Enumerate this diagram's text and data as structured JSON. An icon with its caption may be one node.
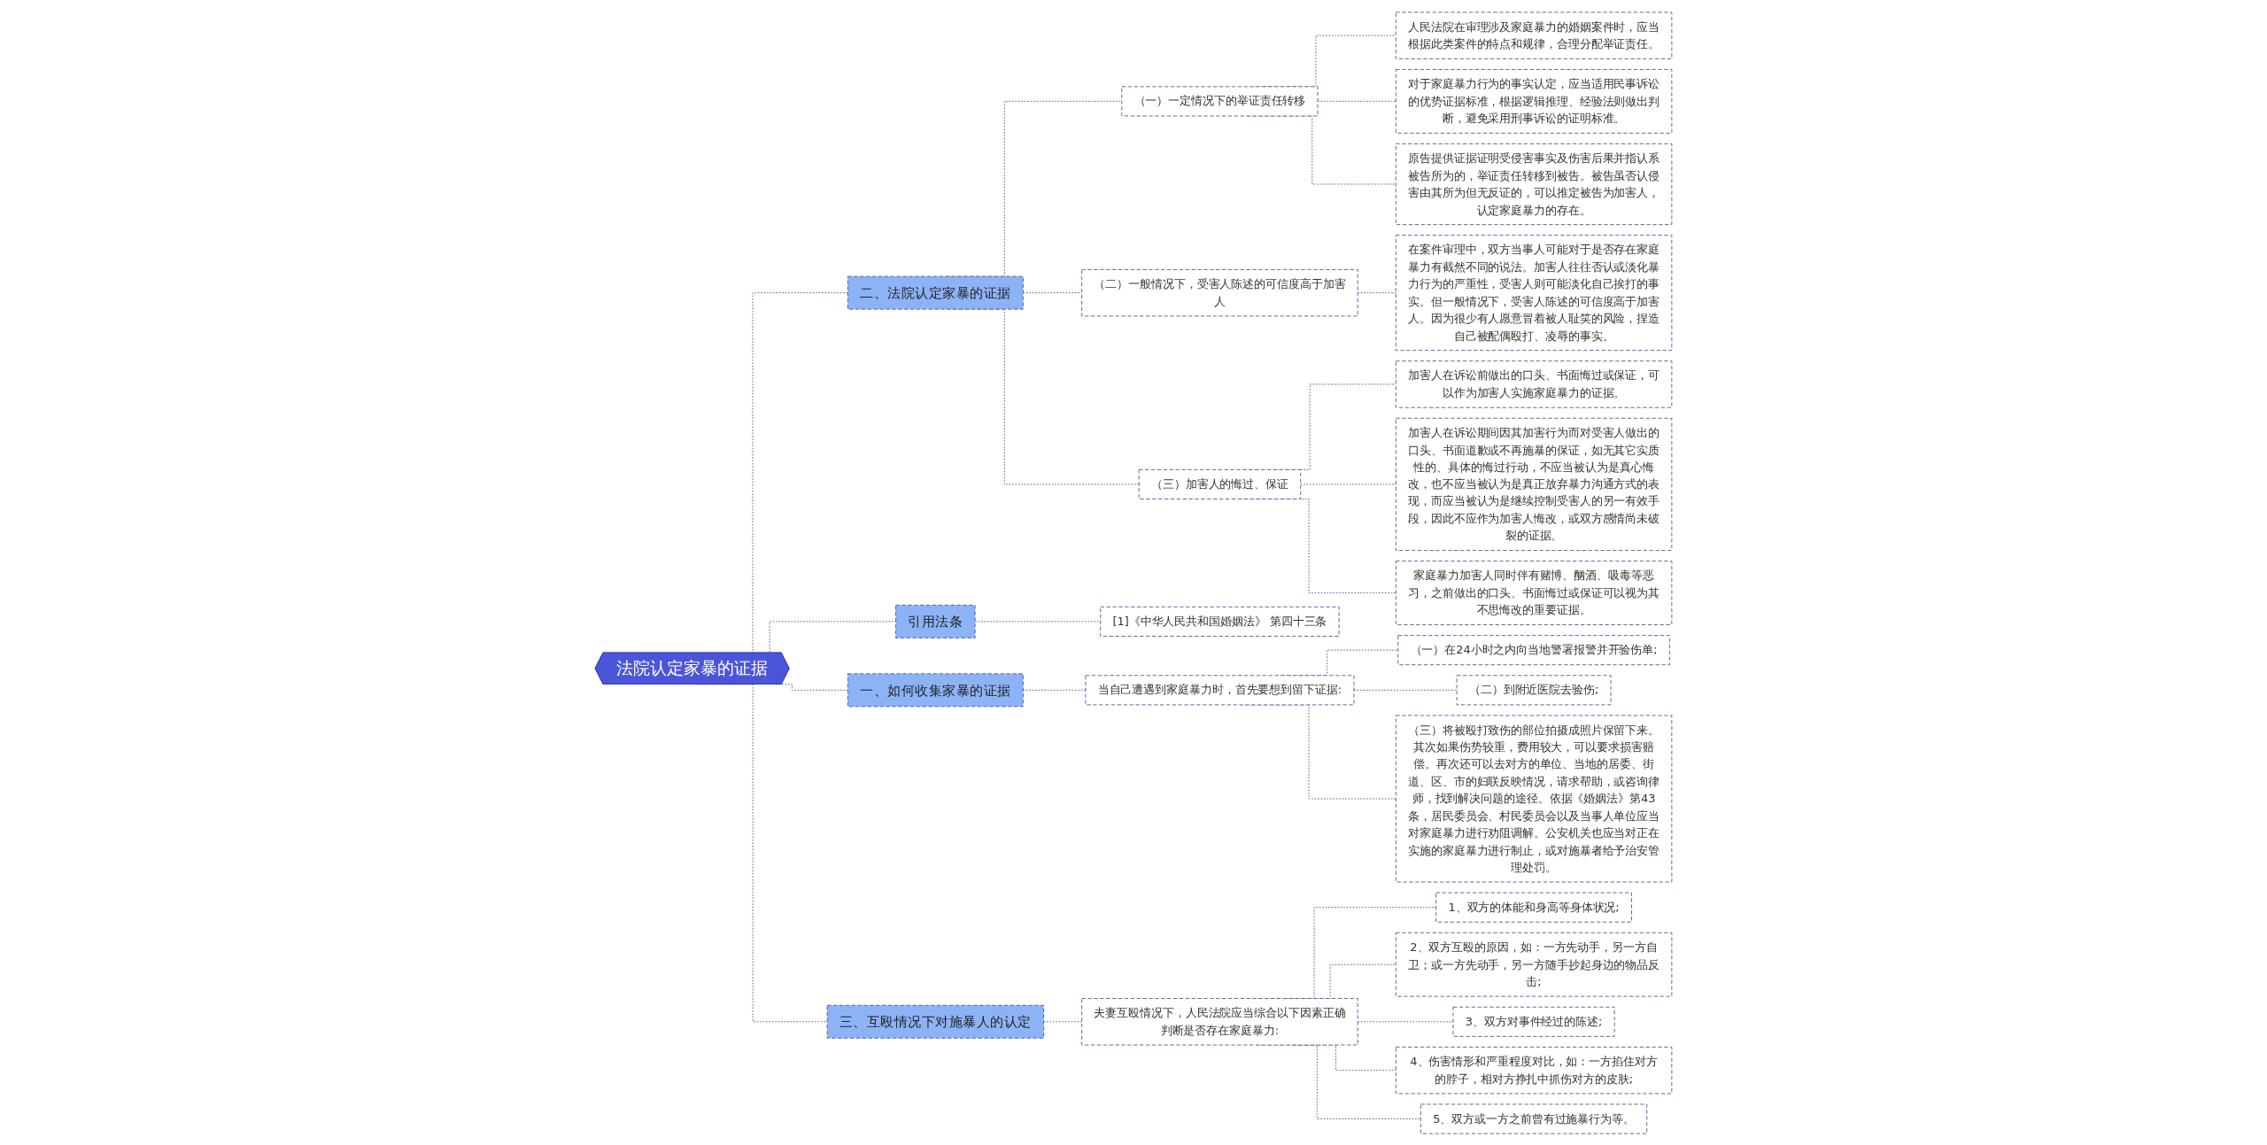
{
  "diagram": {
    "nodes": [
      {
        "text": [
          "法院认定家暴的证据"
        ]
      },
      {
        "text": [
          "二、法院认定家暴的证据"
        ]
      },
      {
        "text": [
          "（一）一定情况下的举证责任转移"
        ]
      },
      {
        "text": [
          "人民法院在审理涉及家庭暴力的婚姻案件时，应当根据此类案件的特点和规律，合理分配举证责任。"
        ]
      },
      {
        "text": [
          "对于家庭暴力行为的事实认定，应当适用民事诉讼的优势证据标准，根据逻辑推理、经验法则做出判断，避免采用刑事诉讼的证明标准。"
        ]
      },
      {
        "text": [
          "原告提供证据证明受侵害事实及伤害后果并指认系被告所为的，举证责任转移到被告。被告虽否认侵害由其所为但无反证的，可以推定被告为加害人，认定家庭暴力的存在。"
        ]
      },
      {
        "text": [
          "（二）一般情况下，受害人陈述的可信度高于加害人"
        ]
      },
      {
        "text": [
          "在案件审理中，双方当事人可能对于是否存在家庭暴力有截然不同的说法。加害人往往否认或淡化暴力行为的严重性，受害人则可能淡化自己挨打的事实。但一般情况下，受害人陈述的可信度高于加害人。因为很少有人愿意冒着被人耻笑的风险，捏造自己被配偶殴打、凌辱的事实。"
        ]
      },
      {
        "text": [
          "（三）加害人的悔过、保证"
        ]
      },
      {
        "text": [
          "加害人在诉讼前做出的口头、书面悔过或保证，可以作为加害人实施家庭暴力的证据。"
        ]
      },
      {
        "text": [
          "加害人在诉讼期间因其加害行为而对受害人做出的口头、书面道歉或不再施暴的保证，如无其它实质性的、具体的悔过行动，不应当被认为是真心悔改，也不应当被认为是真正放弃暴力沟通方式的表现，而应当被认为是继续控制受害人的另一有效手段，因此不应作为加害人悔改，或双方感情尚未破裂的证据。"
        ]
      },
      {
        "text": [
          "家庭暴力加害人同时伴有赌博、酗酒、吸毒等恶习，之前做出的口头、书面悔过或保证可以视为其不思悔改的重要证据。"
        ]
      },
      {
        "text": [
          "引用法条"
        ]
      },
      {
        "text": [
          "[1]《中华人民共和国婚姻法》 第四十三条"
        ]
      },
      {
        "text": [
          "一、如何收集家暴的证据"
        ]
      },
      {
        "text": [
          "当自己遭遇到家庭暴力时，首先要想到留下证据:"
        ]
      },
      {
        "text": [
          "（一）在24小时之内向当地警署报警并开验伤单;"
        ]
      },
      {
        "text": [
          "（二）到附近医院去验伤;"
        ]
      },
      {
        "text": [
          "（三）将被殴打致伤的部位拍摄成照片保留下来。其次如果伤势较重，费用较大，可以要求损害赔偿。再次还可以去对方的单位、当地的居委、街道、区、市的妇联反映情况，请求帮助，或咨询律师，找到解决问题的途径。依据《婚姻法》第43条，居民委员会、村民委员会以及当事人单位应当对家庭暴力进行劝阻调解。公安机关也应当对正在实施的家庭暴力进行制止，或对施暴者给予治安管理处罚。"
        ]
      },
      {
        "text": [
          "三、互殴情况下对施暴人的认定"
        ]
      },
      {
        "text": [
          "夫妻互殴情况下，人民法院应当综合以下因素正确判断是否存在家庭暴力:"
        ]
      },
      {
        "text": [
          "1、双方的体能和身高等身体状况;"
        ]
      },
      {
        "text": [
          "2、双方互殴的原因，如：一方先动手，另一方自卫；或一方先动手，另一方随手抄起身边的物品反击;"
        ]
      },
      {
        "text": [
          "3、双方对事件经过的陈述;"
        ]
      },
      {
        "text": [
          "4、伤害情形和严重程度对比，如：一方掐住对方的脖子，相对方挣扎中抓伤对方的皮肤;"
        ]
      },
      {
        "text": [
          "5、双方或一方之前曾有过施暴行为等。"
        ]
      }
    ],
    "edges": [
      {
        "from": 0,
        "to": 1,
        "arrow": "none",
        "style": "dashed"
      },
      {
        "from": 1,
        "to": 2,
        "arrow": "none",
        "style": "dashed"
      },
      {
        "from": 2,
        "to": 3,
        "arrow": "none",
        "style": "dashed"
      },
      {
        "from": 2,
        "to": 4,
        "arrow": "none",
        "style": "dashed"
      },
      {
        "from": 2,
        "to": 5,
        "arrow": "none",
        "style": "dashed"
      },
      {
        "from": 1,
        "to": 6,
        "arrow": "none",
        "style": "dashed"
      },
      {
        "from": 6,
        "to": 7,
        "arrow": "none",
        "style": "dashed"
      },
      {
        "from": 1,
        "to": 8,
        "arrow": "none",
        "style": "dashed"
      },
      {
        "from": 8,
        "to": 9,
        "arrow": "none",
        "style": "dashed"
      },
      {
        "from": 8,
        "to": 10,
        "arrow": "none",
        "style": "dashed"
      },
      {
        "from": 8,
        "to": 11,
        "arrow": "none",
        "style": "dashed"
      },
      {
        "from": 0,
        "to": 12,
        "arrow": "none",
        "style": "dashed"
      },
      {
        "from": 12,
        "to": 13,
        "arrow": "none",
        "style": "dashed"
      },
      {
        "from": 0,
        "to": 14,
        "arrow": "none",
        "style": "dashed"
      },
      {
        "from": 14,
        "to": 15,
        "arrow": "none",
        "style": "dashed"
      },
      {
        "from": 15,
        "to": 16,
        "arrow": "none",
        "style": "dashed"
      },
      {
        "from": 15,
        "to": 17,
        "arrow": "none",
        "style": "dashed"
      },
      {
        "from": 15,
        "to": 18,
        "arrow": "none",
        "style": "dashed"
      },
      {
        "from": 0,
        "to": 19,
        "arrow": "none",
        "style": "dashed"
      },
      {
        "from": 19,
        "to": 20,
        "arrow": "none",
        "style": "dashed"
      },
      {
        "from": 20,
        "to": 21,
        "arrow": "none",
        "style": "dashed"
      },
      {
        "from": 20,
        "to": 22,
        "arrow": "none",
        "style": "dashed"
      },
      {
        "from": 20,
        "to": 23,
        "arrow": "none",
        "style": "dashed"
      },
      {
        "from": 20,
        "to": 24,
        "arrow": "none",
        "style": "dashed"
      },
      {
        "from": 20,
        "to": 25,
        "arrow": "none",
        "style": "dashed"
      }
    ]
  }
}
